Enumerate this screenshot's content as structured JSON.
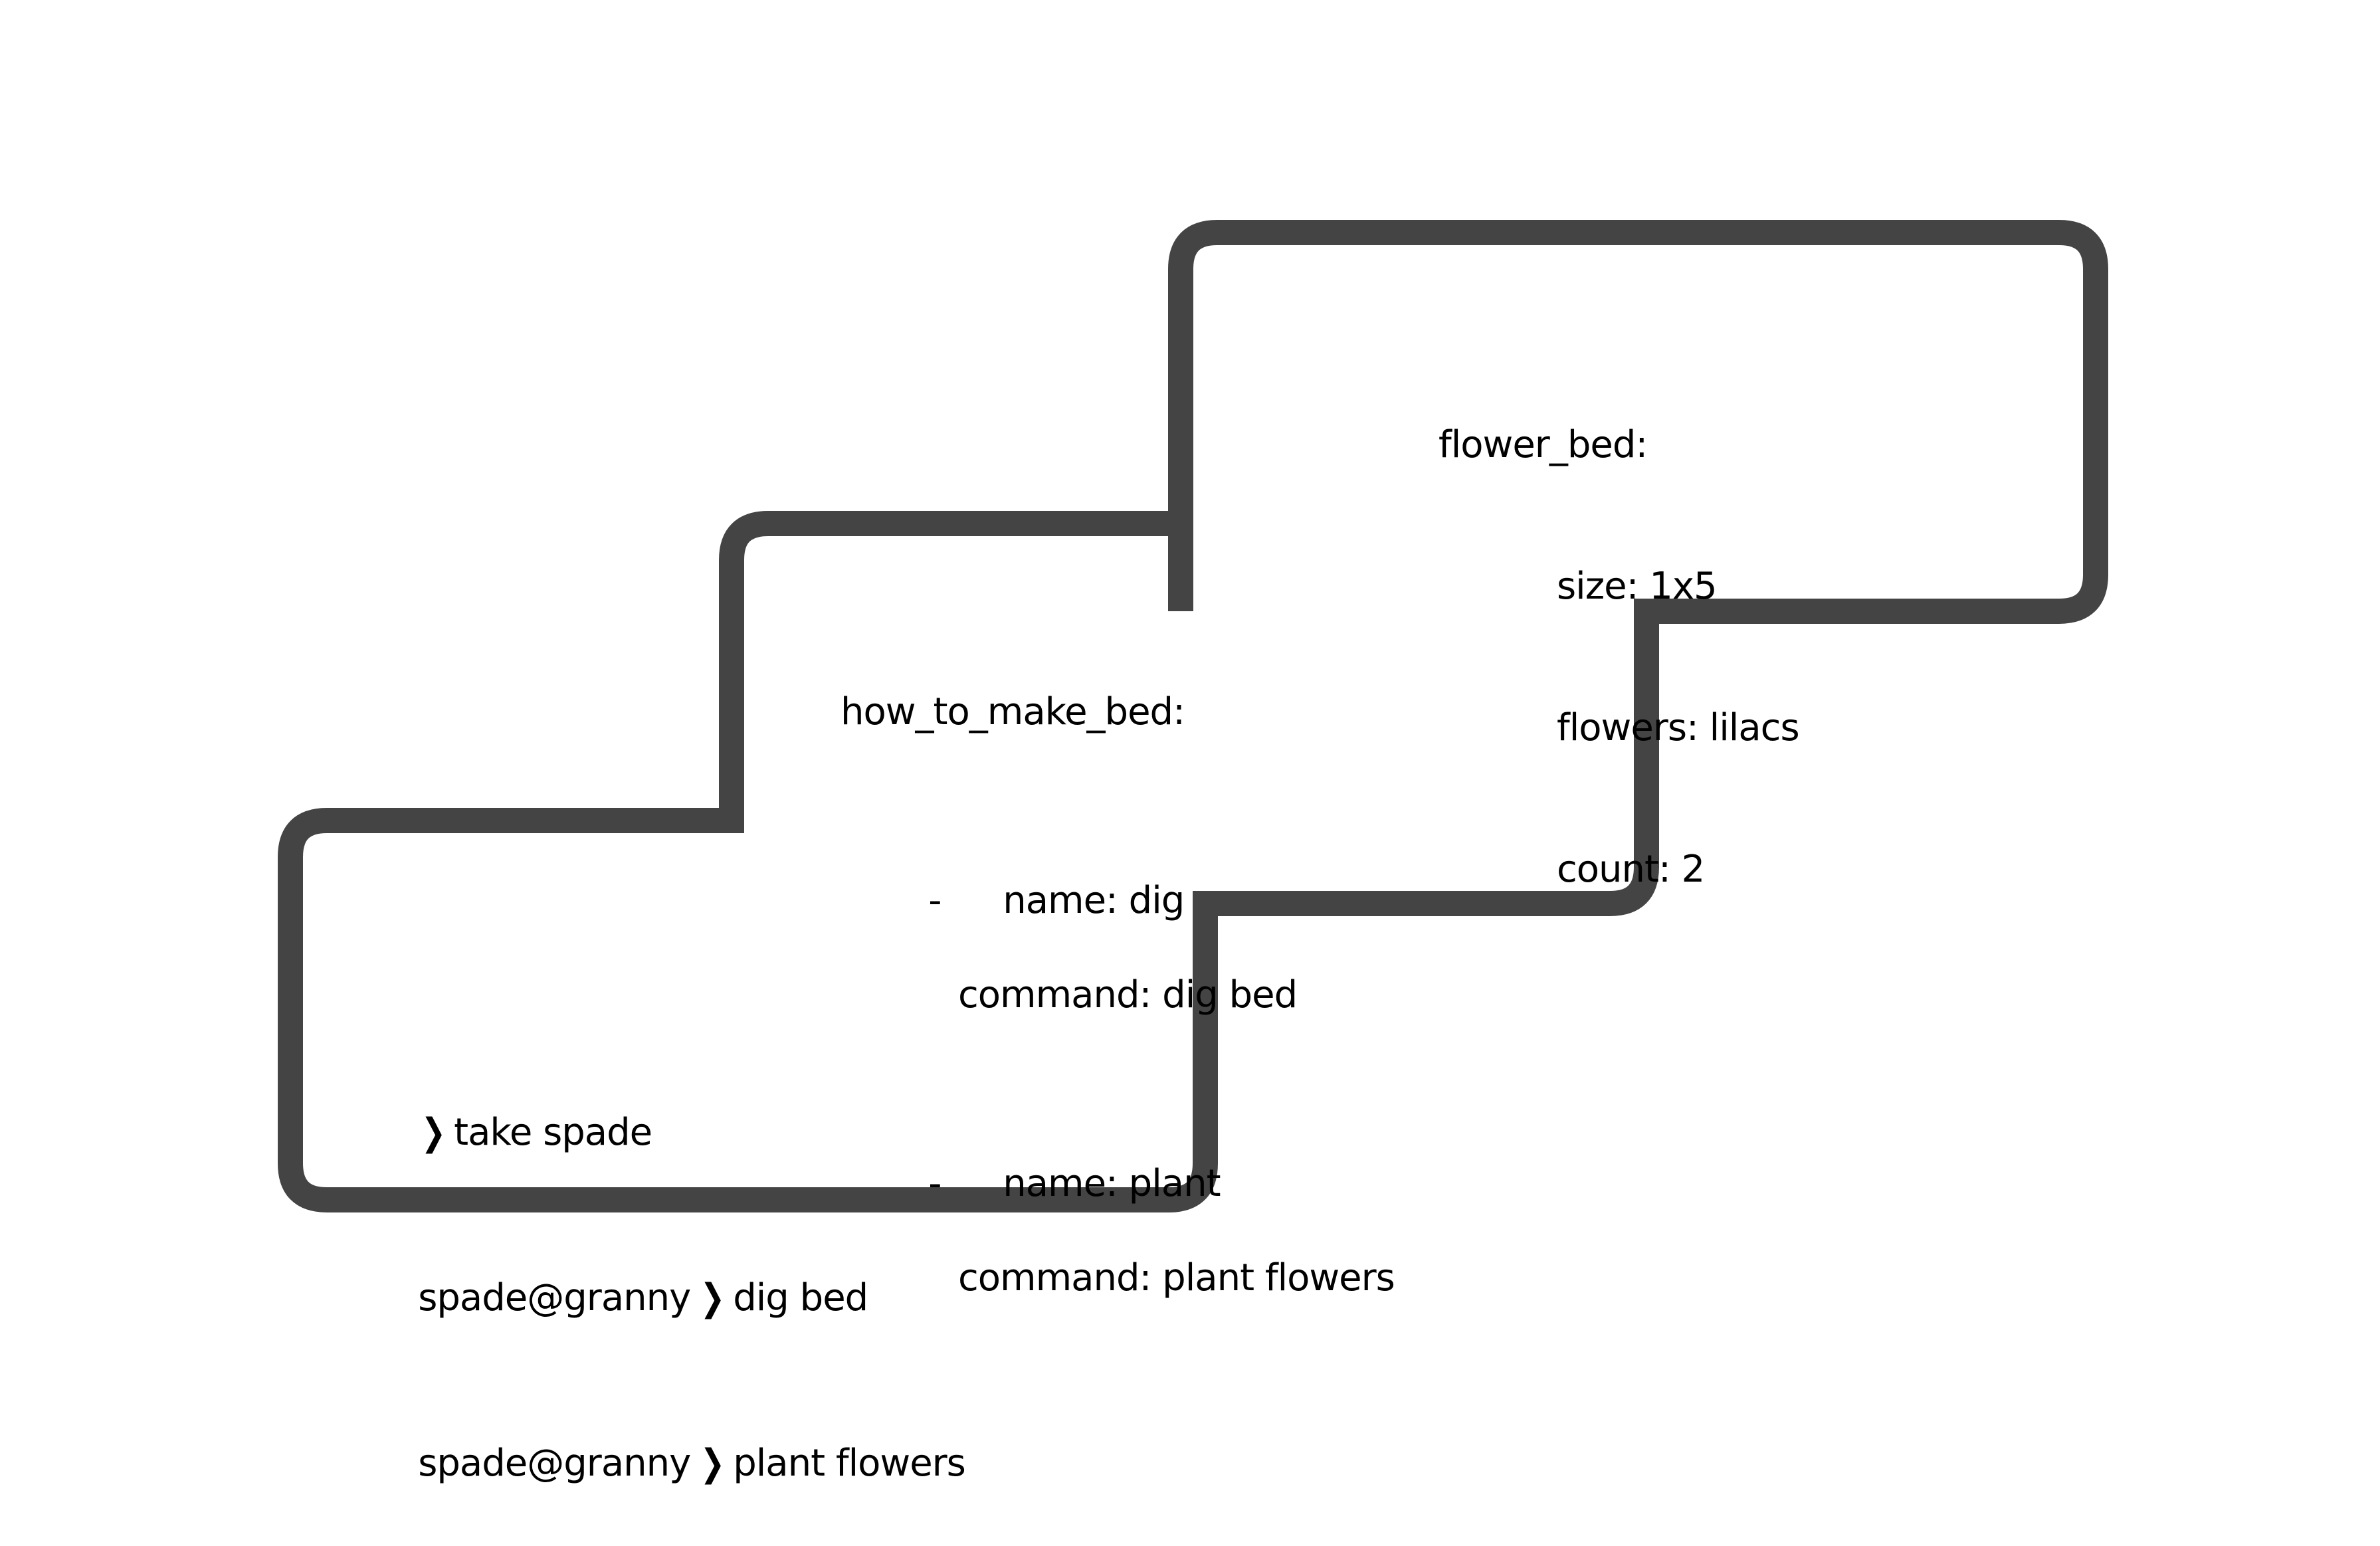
{
  "diagram": {
    "outline_color": "#444444",
    "background_color": "#ffffff",
    "panels": {
      "flower_bed": {
        "title": "flower_bed:",
        "fields": [
          {
            "key": "size",
            "text": "size: 1x5"
          },
          {
            "key": "flowers",
            "text": "flowers: lilacs"
          },
          {
            "key": "count",
            "text": "count: 2"
          }
        ]
      },
      "how_to_make_bed": {
        "title": "how_to_make_bed:",
        "steps": [
          {
            "bullet": "-",
            "name": "name: dig",
            "command": "command: dig bed"
          },
          {
            "bullet": "-",
            "name": "name: plant",
            "command": "command: plant flowers"
          }
        ]
      },
      "terminal": {
        "prompt_icon": "chevron-right-icon",
        "prompt_glyph": "❯",
        "lines": [
          {
            "user": "",
            "command": "take spade"
          },
          {
            "user": "spade@granny",
            "command": "dig bed"
          },
          {
            "user": "spade@granny",
            "command": "plant flowers"
          }
        ]
      }
    }
  }
}
